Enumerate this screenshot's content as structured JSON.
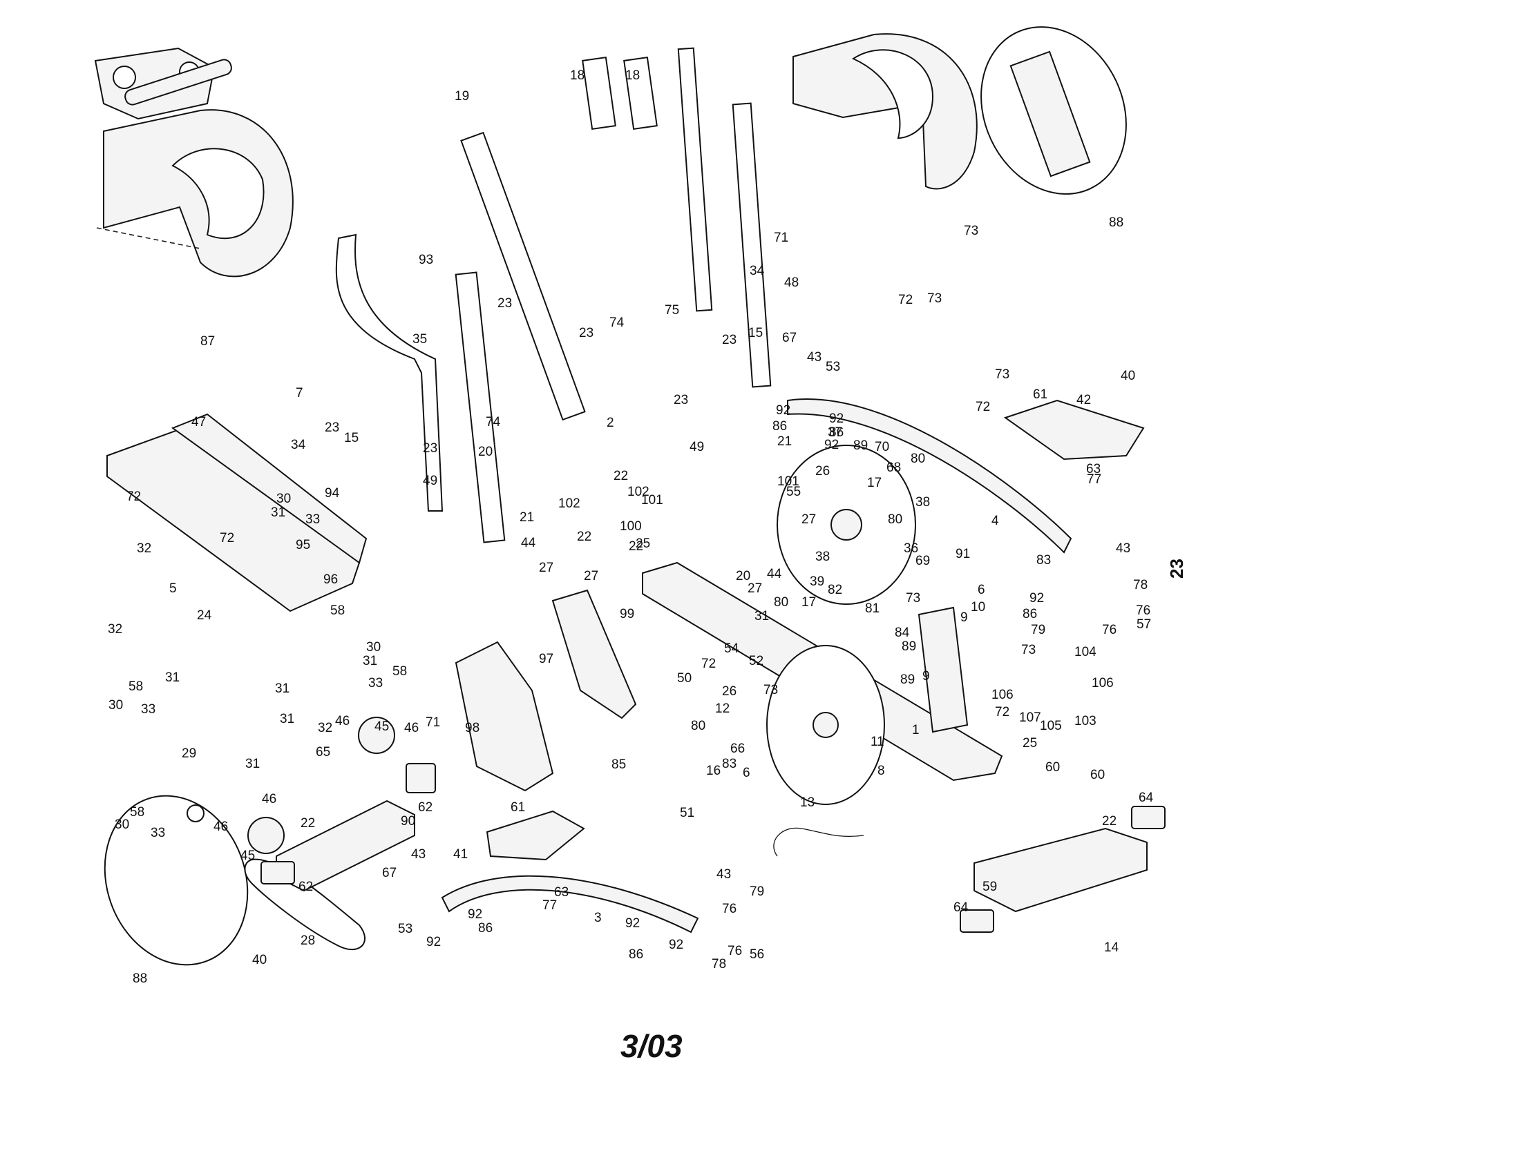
{
  "document": {
    "date_code": "3/03",
    "page_number": "23"
  },
  "callouts": {
    "c1": "1",
    "c2": "2",
    "c3": "3",
    "c4": "4",
    "c5": "5",
    "c6": "6",
    "c6b": "6",
    "c7": "7",
    "c8": "8",
    "c9": "9",
    "c9b": "9",
    "c10": "10",
    "c11": "11",
    "c12": "12",
    "c13": "13",
    "c14": "14",
    "c15": "15",
    "c15b": "15",
    "c16": "16",
    "c17": "17",
    "c17b": "17",
    "c18": "18",
    "c18b": "18",
    "c19": "19",
    "c20": "20",
    "c20b": "20",
    "c21": "21",
    "c21b": "21",
    "c22a": "22",
    "c22b": "22",
    "c22c": "22",
    "c22d": "22",
    "c22e": "22",
    "c23a": "23",
    "c23b": "23",
    "c23c": "23",
    "c23d": "23",
    "c23e": "23",
    "c23f": "23",
    "c24": "24",
    "c25": "25",
    "c25b": "25",
    "c26": "26",
    "c26b": "26",
    "c27a": "27",
    "c27b": "27",
    "c27c": "27",
    "c27d": "27",
    "c28": "28",
    "c29": "29",
    "c30a": "30",
    "c30b": "30",
    "c30c": "30",
    "c30d": "30",
    "c31a": "31",
    "c31b": "31",
    "c31c": "31",
    "c31d": "31",
    "c31e": "31",
    "c31f": "31",
    "c31g": "31",
    "c32a": "32",
    "c32b": "32",
    "c32c": "32",
    "c33a": "33",
    "c33b": "33",
    "c33c": "33",
    "c33d": "33",
    "c34a": "34",
    "c34b": "34",
    "c35": "35",
    "c36": "36",
    "c37": "37",
    "c38a": "38",
    "c38b": "38",
    "c39": "39",
    "c40a": "40",
    "c40b": "40",
    "c41": "41",
    "c42": "42",
    "c43a": "43",
    "c43b": "43",
    "c43c": "43",
    "c43d": "43",
    "c44a": "44",
    "c44b": "44",
    "c45a": "45",
    "c45b": "45",
    "c46a": "46",
    "c46b": "46",
    "c46c": "46",
    "c46d": "46",
    "c47": "47",
    "c48": "48",
    "c49a": "49",
    "c49b": "49",
    "c50": "50",
    "c51": "51",
    "c52": "52",
    "c53a": "53",
    "c53b": "53",
    "c54": "54",
    "c55": "55",
    "c56": "56",
    "c57": "57",
    "c58a": "58",
    "c58b": "58",
    "c58c": "58",
    "c58d": "58",
    "c59": "59",
    "c60a": "60",
    "c60b": "60",
    "c61a": "61",
    "c61b": "61",
    "c62a": "62",
    "c62b": "62",
    "c63a": "63",
    "c63b": "63",
    "c64a": "64",
    "c64b": "64",
    "c65": "65",
    "c66": "66",
    "c67a": "67",
    "c67b": "67",
    "c68": "68",
    "c69": "69",
    "c70": "70",
    "c71a": "71",
    "c71b": "71",
    "c72a": "72",
    "c72b": "72",
    "c72c": "72",
    "c72d": "72",
    "c72e": "72",
    "c72f": "72",
    "c73a": "73",
    "c73b": "73",
    "c73c": "73",
    "c73d": "73",
    "c73e": "73",
    "c73f": "73",
    "c74a": "74",
    "c74b": "74",
    "c75": "75",
    "c76a": "76",
    "c76b": "76",
    "c76c": "76",
    "c76d": "76",
    "c77a": "77",
    "c77b": "77",
    "c78a": "78",
    "c78b": "78",
    "c79a": "79",
    "c79b": "79",
    "c80a": "80",
    "c80b": "80",
    "c80c": "80",
    "c80d": "80",
    "c81": "81",
    "c82": "82",
    "c83a": "83",
    "c83b": "83",
    "c84": "84",
    "c85": "85",
    "c86a": "86",
    "c86b": "86",
    "c86c": "86",
    "c86d": "86",
    "c86e": "86",
    "c87": "87",
    "c88a": "88",
    "c88b": "88",
    "c89a": "89",
    "c89b": "89",
    "c89c": "89",
    "c90": "90",
    "c91": "91",
    "c92a": "92",
    "c92b": "92",
    "c92c": "92",
    "c92d": "92",
    "c92e": "92",
    "c92f": "92",
    "c92g": "92",
    "c92h": "92",
    "c93": "93",
    "c94": "94",
    "c95": "95",
    "c96": "96",
    "c97": "97",
    "c98": "98",
    "c99": "99",
    "c100": "100",
    "c101a": "101",
    "c101b": "101",
    "c102a": "102",
    "c102b": "102",
    "c103": "103",
    "c104": "104",
    "c105": "105",
    "c106a": "106",
    "c106b": "106",
    "c107": "107"
  }
}
